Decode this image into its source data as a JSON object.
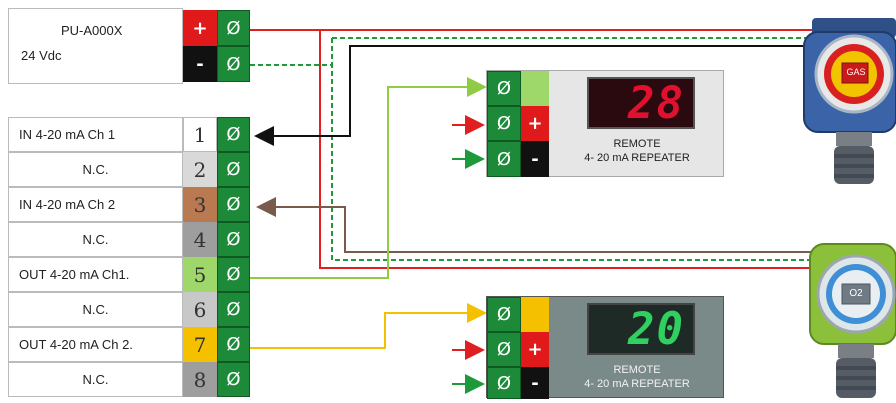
{
  "power": {
    "model": "PU-A000X",
    "voltage": "24 Vdc",
    "plus": "+",
    "minus": "-"
  },
  "terminal_symbol": "Ø",
  "channels": [
    {
      "num": "1",
      "label": "IN 4-20 mA Ch 1",
      "color": "#ffffff"
    },
    {
      "num": "2",
      "label": "N.C.",
      "color": "#d9d9d9"
    },
    {
      "num": "3",
      "label": "IN 4-20 mA Ch 2",
      "color": "#b97a52"
    },
    {
      "num": "4",
      "label": "N.C.",
      "color": "#9e9e9e"
    },
    {
      "num": "5",
      "label": "OUT 4-20 mA Ch1.",
      "color": "#9fd86a"
    },
    {
      "num": "6",
      "label": "N.C.",
      "color": "#c8c8c8"
    },
    {
      "num": "7",
      "label": "OUT 4-20 mA Ch 2.",
      "color": "#f5c000"
    },
    {
      "num": "8",
      "label": "N.C.",
      "color": "#9e9e9e"
    }
  ],
  "repeaters": [
    {
      "value": "28",
      "line1": "REMOTE",
      "line2": "4- 20 mA REPEATER",
      "plus": "+",
      "minus": "-",
      "display_color": "#c8102e",
      "bg": "#e6e6e6"
    },
    {
      "value": "20",
      "line1": "REMOTE",
      "line2": "4- 20 mA REPEATER",
      "plus": "+",
      "minus": "-",
      "display_color": "#22bb55",
      "bg": "#7a8a88"
    }
  ],
  "detectors": [
    {
      "label": "GAS"
    },
    {
      "label": "O2"
    }
  ]
}
